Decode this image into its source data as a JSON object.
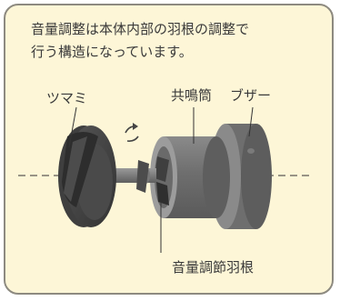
{
  "description": {
    "line1": "音量調整は本体内部の羽根の調整で",
    "line2": "行う構造になっています。"
  },
  "labels": {
    "knob": "ツマミ",
    "resonator": "共鳴筒",
    "buzzer": "ブザー",
    "blades": "音量調節羽根"
  },
  "icons": {
    "rotation": "rotate-arrow-icon"
  },
  "colors": {
    "background": "#fdf6d7",
    "border": "#8d8a80",
    "text": "#3a3a3a",
    "part_dark": "#4a4a4a",
    "part_mid": "#777777",
    "part_light": "#a8a8a8"
  }
}
